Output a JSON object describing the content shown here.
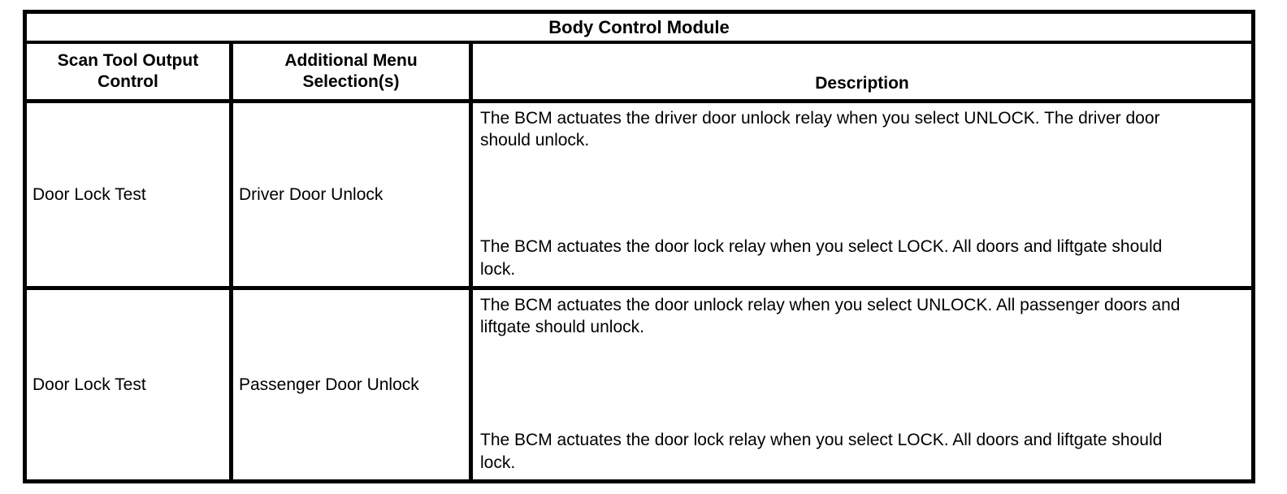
{
  "table": {
    "title": "Body Control Module",
    "columns": [
      {
        "label": "Scan Tool Output Control"
      },
      {
        "label": "Additional Menu Selection(s)"
      },
      {
        "label": "Description"
      }
    ],
    "rows": [
      {
        "scan_tool_output_control": "Door Lock Test",
        "additional_menu_selection": "Driver Door Unlock",
        "description_paragraphs": [
          "The BCM actuates the driver door unlock relay when you select UNLOCK. The driver door should unlock.",
          "The BCM actuates the door lock relay when you select LOCK. All doors and liftgate should lock."
        ]
      },
      {
        "scan_tool_output_control": "Door Lock Test",
        "additional_menu_selection": "Passenger Door Unlock",
        "description_paragraphs": [
          "The BCM actuates the door unlock relay when you select UNLOCK. All passenger doors and liftgate should unlock.",
          "The BCM actuates the door lock relay when you select LOCK. All doors and liftgate should lock."
        ]
      }
    ]
  },
  "colors": {
    "border": "#000000",
    "text": "#000000",
    "background": "#ffffff"
  }
}
